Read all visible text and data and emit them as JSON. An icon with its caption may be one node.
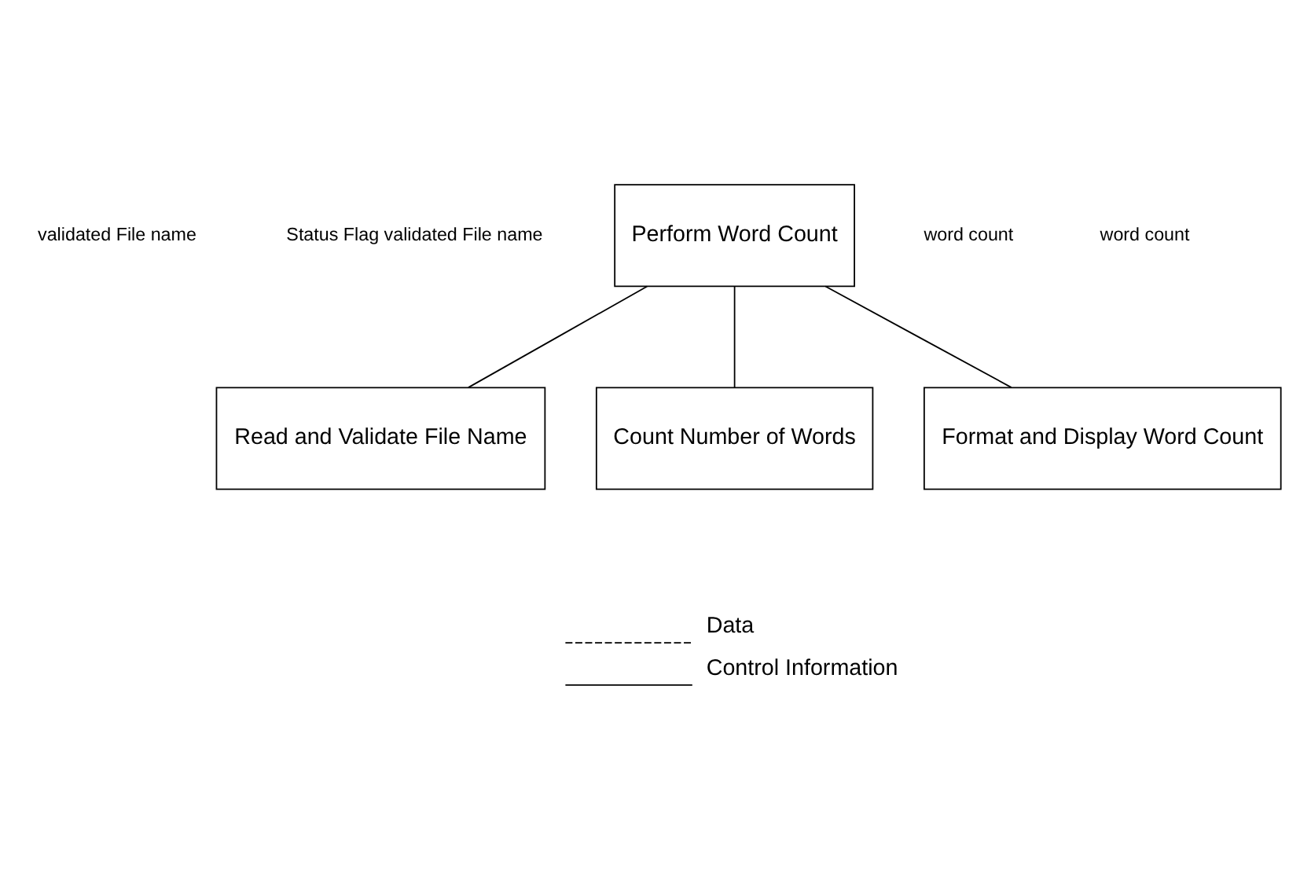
{
  "diagram": {
    "nodes": [
      {
        "text": [
          "Perform Word Count"
        ]
      },
      {
        "text": [
          "Read and Validate File Name"
        ]
      },
      {
        "text": [
          "Count Number of Words"
        ]
      },
      {
        "text": [
          "Format and Display Word Count"
        ]
      }
    ],
    "edges": [
      {
        "from": 0,
        "to": 1,
        "arrow": "none"
      },
      {
        "from": 0,
        "to": 2,
        "arrow": "none"
      },
      {
        "from": 0,
        "to": 3,
        "arrow": "none"
      }
    ],
    "labels": [
      "validated File name",
      "Status Flag validated File name",
      "word count",
      "word count"
    ],
    "legend": [
      {
        "text": "Data"
      },
      {
        "text": "Control Information"
      }
    ]
  }
}
